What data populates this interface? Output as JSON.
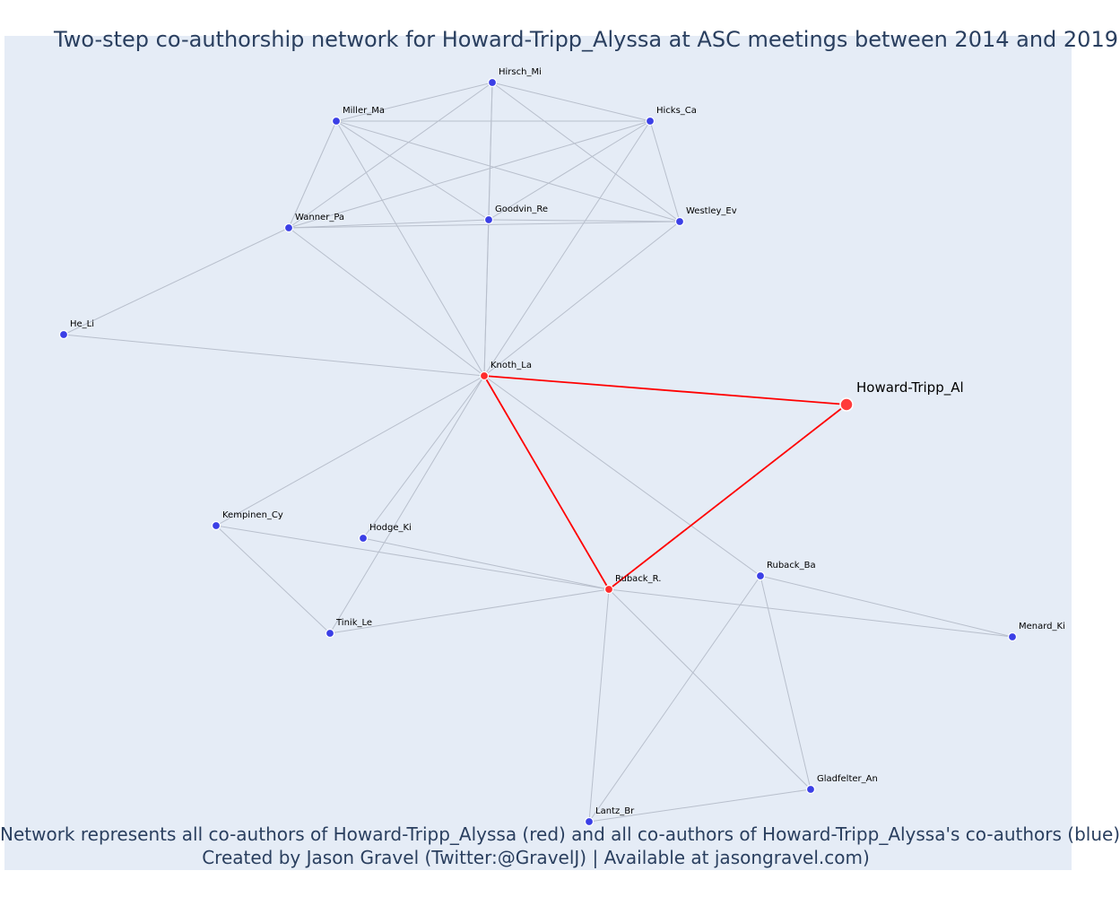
{
  "title": "Two-step co-authorship network for Howard-Tripp_Alyssa at ASC meetings between 2014 and 2019",
  "caption": {
    "line1": "Network represents all co-authors of Howard-Tripp_Alyssa (red) and all co-authors of Howard-Tripp_Alyssa's co-authors (blue)",
    "line2": "Created by Jason Gravel (Twitter:@GravelJ) | Available at jasongravel.com)"
  },
  "colors": {
    "red": "#ff0000",
    "blue": "#3b3fe6",
    "edge": "#b8bfcc",
    "background": "#e5ecf6"
  },
  "nodes": [
    {
      "id": "Hirsch_Mi",
      "group": "blue"
    },
    {
      "id": "Miller_Ma",
      "group": "blue"
    },
    {
      "id": "Hicks_Ca",
      "group": "blue"
    },
    {
      "id": "Goodvin_Re",
      "group": "blue"
    },
    {
      "id": "Westley_Ev",
      "group": "blue"
    },
    {
      "id": "Wanner_Pa",
      "group": "blue"
    },
    {
      "id": "He_Li",
      "group": "blue"
    },
    {
      "id": "Knoth_La",
      "group": "red"
    },
    {
      "id": "Howard-Tripp_Al",
      "group": "focal"
    },
    {
      "id": "Kempinen_Cy",
      "group": "blue"
    },
    {
      "id": "Hodge_Ki",
      "group": "blue"
    },
    {
      "id": "Ruback_Ba",
      "group": "blue"
    },
    {
      "id": "Ruback_R.",
      "group": "red"
    },
    {
      "id": "Tinik_Le",
      "group": "blue"
    },
    {
      "id": "Menard_Ki",
      "group": "blue"
    },
    {
      "id": "Gladfelter_An",
      "group": "blue"
    },
    {
      "id": "Lantz_Br",
      "group": "blue"
    }
  ],
  "edges": [
    [
      "Hirsch_Mi",
      "Miller_Ma"
    ],
    [
      "Hirsch_Mi",
      "Hicks_Ca"
    ],
    [
      "Hirsch_Mi",
      "Wanner_Pa"
    ],
    [
      "Hirsch_Mi",
      "Goodvin_Re"
    ],
    [
      "Hirsch_Mi",
      "Westley_Ev"
    ],
    [
      "Hirsch_Mi",
      "Knoth_La"
    ],
    [
      "Miller_Ma",
      "Hicks_Ca"
    ],
    [
      "Miller_Ma",
      "Wanner_Pa"
    ],
    [
      "Miller_Ma",
      "Goodvin_Re"
    ],
    [
      "Miller_Ma",
      "Westley_Ev"
    ],
    [
      "Miller_Ma",
      "Knoth_La"
    ],
    [
      "Hicks_Ca",
      "Wanner_Pa"
    ],
    [
      "Hicks_Ca",
      "Goodvin_Re"
    ],
    [
      "Hicks_Ca",
      "Westley_Ev"
    ],
    [
      "Hicks_Ca",
      "Knoth_La"
    ],
    [
      "Goodvin_Re",
      "Wanner_Pa"
    ],
    [
      "Goodvin_Re",
      "Westley_Ev"
    ],
    [
      "Goodvin_Re",
      "Knoth_La"
    ],
    [
      "Westley_Ev",
      "Wanner_Pa"
    ],
    [
      "Westley_Ev",
      "Knoth_La"
    ],
    [
      "Wanner_Pa",
      "Knoth_La"
    ],
    [
      "Wanner_Pa",
      "He_Li"
    ],
    [
      "He_Li",
      "Knoth_La"
    ],
    [
      "Knoth_La",
      "Kempinen_Cy"
    ],
    [
      "Knoth_La",
      "Hodge_Ki"
    ],
    [
      "Knoth_La",
      "Tinik_Le"
    ],
    [
      "Knoth_La",
      "Ruback_Ba"
    ],
    [
      "Kempinen_Cy",
      "Ruback_R."
    ],
    [
      "Kempinen_Cy",
      "Tinik_Le"
    ],
    [
      "Hodge_Ki",
      "Ruback_R."
    ],
    [
      "Tinik_Le",
      "Ruback_R."
    ],
    [
      "Ruback_R.",
      "Menard_Ki"
    ],
    [
      "Ruback_R.",
      "Gladfelter_An"
    ],
    [
      "Ruback_R.",
      "Lantz_Br"
    ],
    [
      "Ruback_Ba",
      "Menard_Ki"
    ],
    [
      "Ruback_Ba",
      "Gladfelter_An"
    ],
    [
      "Ruback_Ba",
      "Lantz_Br"
    ],
    [
      "Gladfelter_An",
      "Lantz_Br"
    ]
  ],
  "red_edges": [
    [
      "Knoth_La",
      "Howard-Tripp_Al"
    ],
    [
      "Knoth_La",
      "Ruback_R."
    ],
    [
      "Ruback_R.",
      "Howard-Tripp_Al"
    ]
  ]
}
